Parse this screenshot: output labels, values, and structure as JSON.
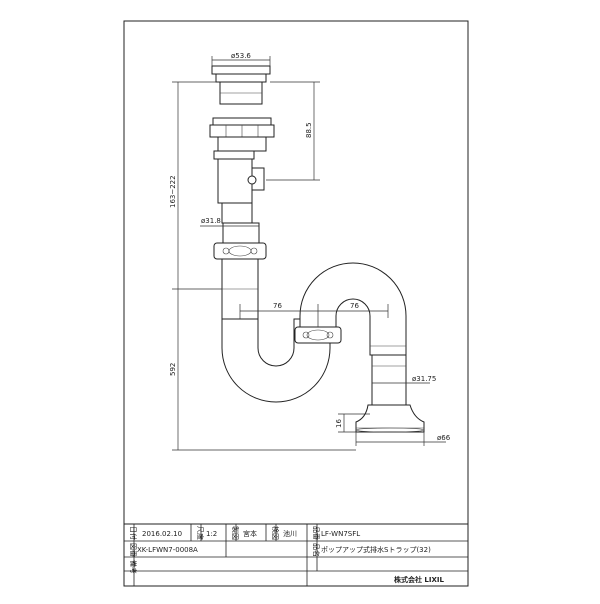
{
  "drawing": {
    "dimensions": {
      "top_diameter": "ø53.6",
      "upper_height": "88.5",
      "adjust_range": "163~222",
      "inlet_pipe_diameter": "ø31.8",
      "offset_left": "76",
      "offset_right": "76",
      "lower_height": "592",
      "outlet_pipe_diameter": "ø31.75",
      "flange_height": "16",
      "flange_diameter": "ø66"
    }
  },
  "title_block": {
    "labels": {
      "date": "日付",
      "scale": "尺度",
      "drawn": "製図",
      "checked": "検図",
      "drawing_no": "図番",
      "part_no": "品番",
      "part_name": "品名",
      "remarks": "備考"
    },
    "date_value": "2016.02.10",
    "scale_value": "1:2",
    "drawn_value": "宮本",
    "checked_value": "池川",
    "part_no_value": "LF-WN7SFL",
    "drawing_no_value": "XK-LFWN7-0008A",
    "part_name_value": "ポップアップ式排水Sトラップ(32)",
    "company": "株式会社 LIXIL"
  }
}
